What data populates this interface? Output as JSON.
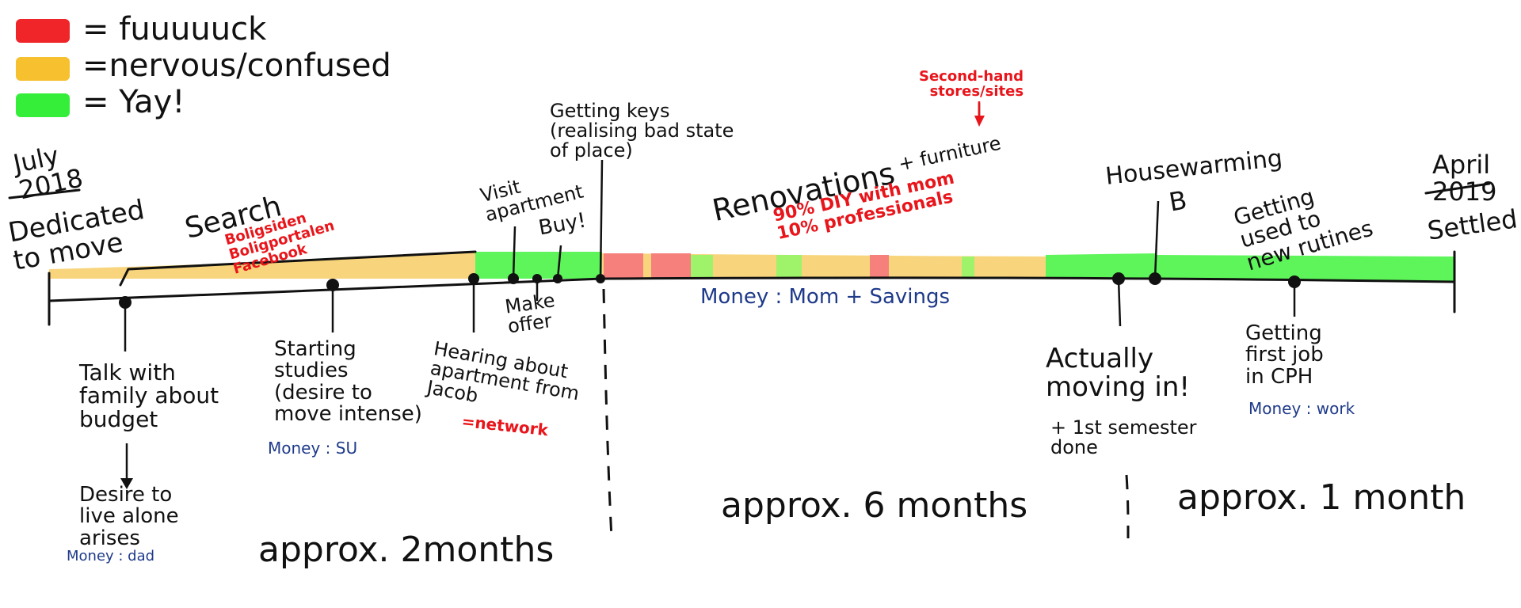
{
  "legend": [
    {
      "label": "= fuuuuuck",
      "color": "#f0252a"
    },
    {
      "label": "=nervous/confused",
      "color": "#f7c02e"
    },
    {
      "label": "= Yay!",
      "color": "#35ee3a"
    }
  ],
  "colors": {
    "red": "#f0252a",
    "yellow": "#f8d57c",
    "green": "#5ef55a",
    "pink": "#f5807c",
    "ink": "#111111",
    "note_red": "#e8151b",
    "note_blue": "#1e3a8a"
  },
  "start": {
    "date": "July\n2018",
    "label": "Dedicated\nto move"
  },
  "end": {
    "date": "April\n2019",
    "label": "Settled"
  },
  "events": {
    "search": {
      "title": "Search",
      "note": "Boligsiden\nBoligportalen\nFacebook"
    },
    "talk": {
      "label": "Talk with\nfamily about\nbudget",
      "result": "Desire to\nlive alone\narises",
      "money": "Money : dad"
    },
    "studies": {
      "label": "Starting\nstudies\n(desire to\nmove intense)",
      "money": "Money : SU"
    },
    "hearing": {
      "label": "Hearing about\napartment from\nJacob",
      "note": "=network"
    },
    "visit": {
      "label": "Visit\napartment"
    },
    "make_offer": {
      "label": "Make\noffer"
    },
    "buy": {
      "label": "Buy!"
    },
    "keys": {
      "label": "Getting keys\n(realising bad state\nof place)"
    },
    "renovations": {
      "title": "Renovations",
      "extra": "+ furniture",
      "note": "90% DIY with mom\n10% professionals",
      "secondhand": "Second-hand\nstores/sites",
      "money": "Money : Mom + Savings"
    },
    "housewarming": {
      "label": "Housewarming",
      "glyph": "B"
    },
    "moving": {
      "label": "Actually\nmoving in!",
      "extra": "+ 1st semester\ndone"
    },
    "routines": {
      "label": "Getting\nused to\nnew rutines"
    },
    "job": {
      "label": "Getting\nfirst job\nin CPH",
      "money": "Money : work"
    }
  },
  "durations": [
    "approx. 2months",
    "approx. 6 months",
    "approx. 1 month"
  ]
}
